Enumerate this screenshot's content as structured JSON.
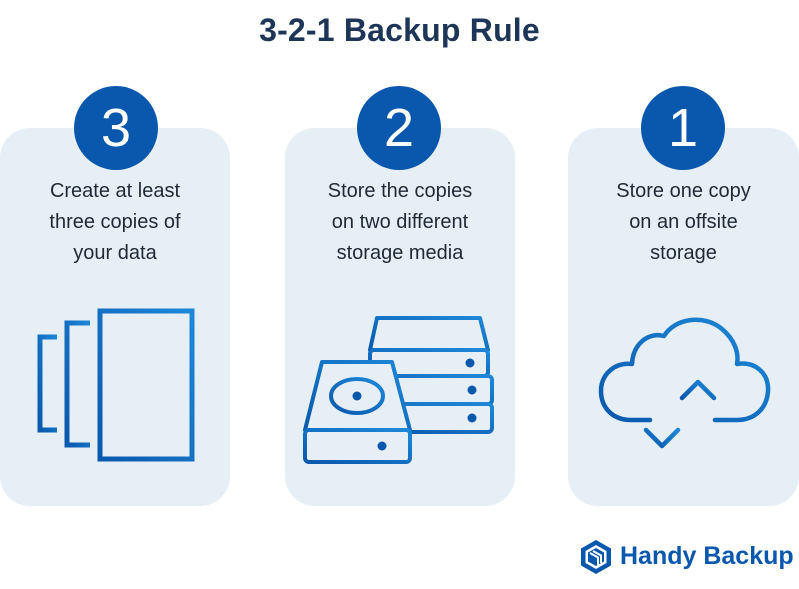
{
  "title": "3-2-1 Backup Rule",
  "steps": [
    {
      "number": "3",
      "lines": [
        "Create at least",
        "three copies of",
        "your data"
      ],
      "icon": "copies-icon"
    },
    {
      "number": "2",
      "lines": [
        "Store the copies",
        "on two different",
        "storage media"
      ],
      "icon": "storage-media-icon"
    },
    {
      "number": "1",
      "lines": [
        "Store one copy",
        "on an offsite",
        "storage"
      ],
      "icon": "cloud-sync-icon"
    }
  ],
  "brand": {
    "name": "Handy Backup",
    "logo_icon": "handy-backup-logo-icon"
  },
  "colors": {
    "accent": "#0a58ad",
    "card_bg": "#e6eef6",
    "title": "#1d3557",
    "text": "#1f2a36"
  }
}
